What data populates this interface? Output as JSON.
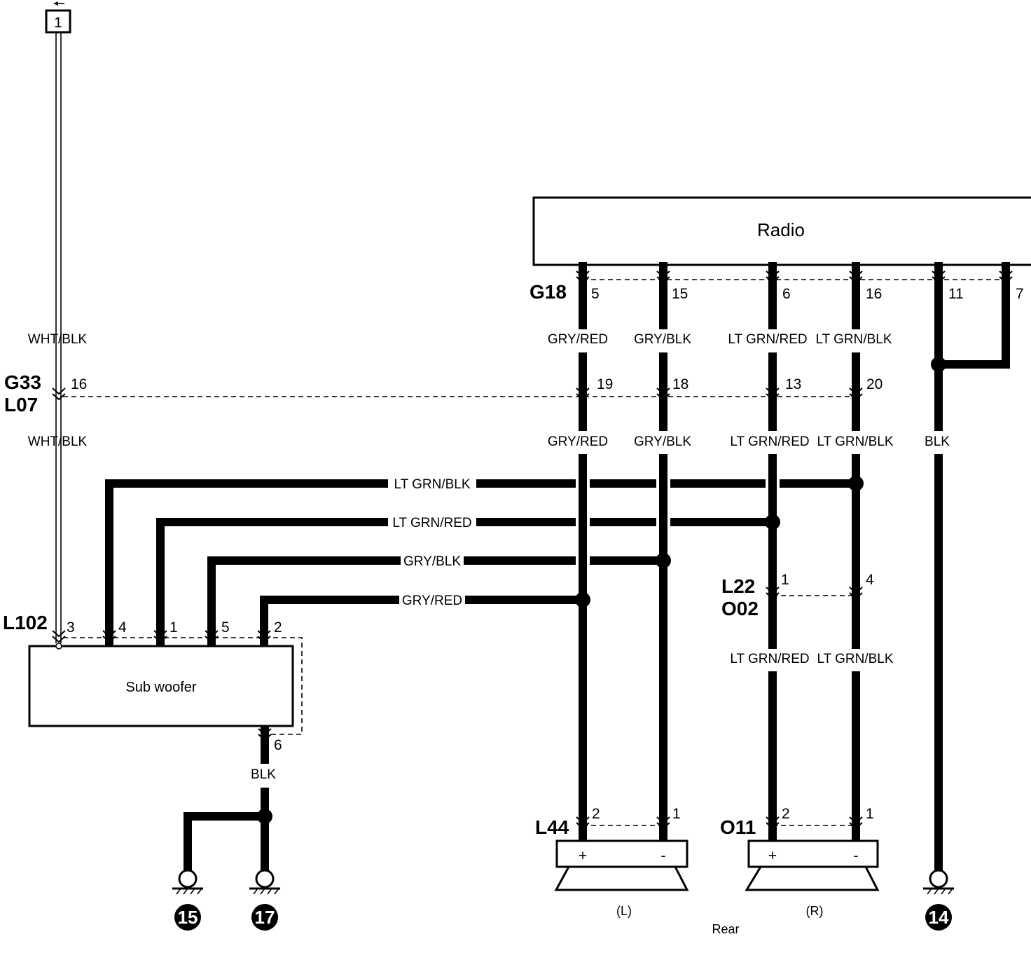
{
  "connector_ref": "1",
  "components": {
    "radio": "Radio",
    "sub_woofer": "Sub woofer",
    "left_speaker_position": "(L)",
    "right_speaker_position": "(R)",
    "rear": "Rear",
    "speaker_plus": "+",
    "speaker_minus": "-"
  },
  "connectors": {
    "g18": "G18",
    "g33": "G33",
    "l07": "L07",
    "l102": "L102",
    "l22": "L22",
    "o02": "O02",
    "l44": "L44",
    "o11": "O11"
  },
  "pins": {
    "g18": [
      "5",
      "15",
      "6",
      "16",
      "11",
      "7"
    ],
    "g33_l07": [
      "16",
      "19",
      "18",
      "13",
      "20"
    ],
    "l102": [
      "3",
      "4",
      "1",
      "5",
      "2",
      "6"
    ],
    "l22_o02": [
      "1",
      "4"
    ],
    "l44": [
      "2",
      "1"
    ],
    "o11": [
      "2",
      "1"
    ]
  },
  "wires": {
    "wht_blk": "WHT/BLK",
    "gry_red": "GRY/RED",
    "gry_blk": "GRY/BLK",
    "lt_grn_red": "LT GRN/RED",
    "lt_grn_blk": "LT GRN/BLK",
    "blk": "BLK"
  },
  "grounds": [
    "15",
    "17",
    "14"
  ]
}
